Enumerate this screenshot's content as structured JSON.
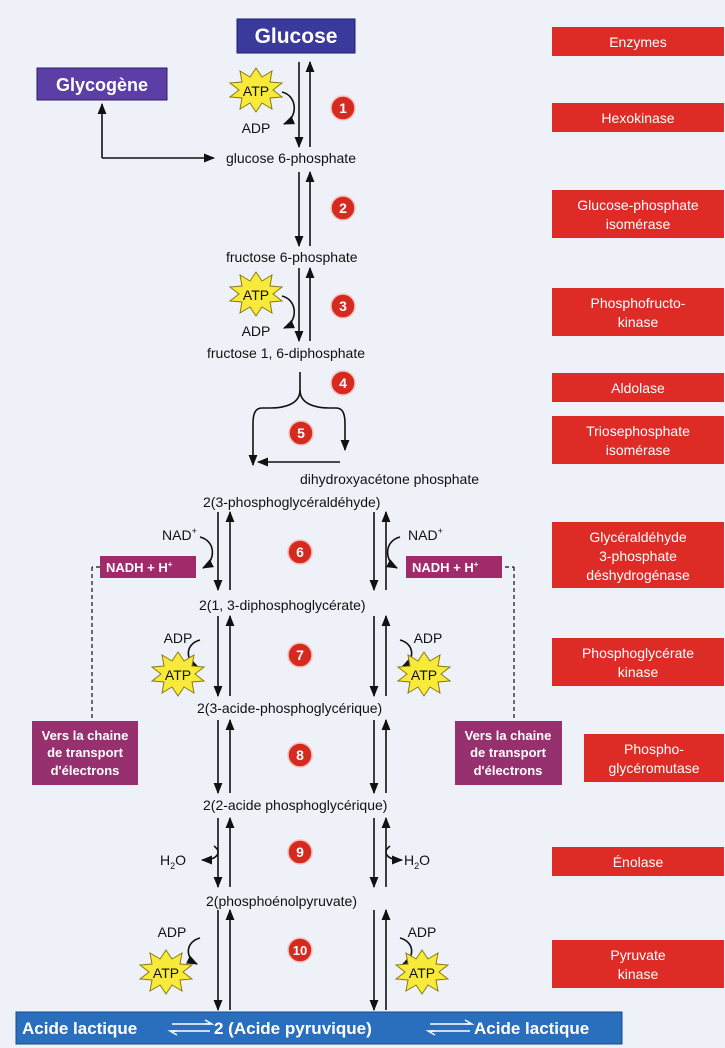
{
  "top_label": "Glucose",
  "side_label": "Glycogène",
  "intermediates": {
    "g6p": "glucose 6-phosphate",
    "f6p": "fructose 6-phosphate",
    "f16dp": "fructose 1, 6-diphosphate",
    "dhap": "dihydroxyacétone phosphate",
    "g3p": "2(3-phosphoglycéraldéhyde)",
    "bpg": "2(1, 3-diphosphoglycérate)",
    "pg3": "2(3-acide-phosphoglycérique)",
    "pg2": "2(2-acide phosphoglycérique)",
    "pep": "2(phosphoénolpyruvate)"
  },
  "cofactors": {
    "atp": "ATP",
    "adp": "ADP",
    "nad": "NAD",
    "nad_sup": "+",
    "nadh": "NADH + H",
    "nadh_sup": "+",
    "h2o_h": "H",
    "h2o_sub": "2",
    "h2o_o": "O"
  },
  "chain_label": [
    "Vers la chaine",
    "de transport",
    "d'électrons"
  ],
  "steps": [
    "1",
    "2",
    "3",
    "4",
    "5",
    "6",
    "7",
    "8",
    "9",
    "10"
  ],
  "enzymes_header": "Enzymes",
  "enzymes": [
    [
      "Hexokinase"
    ],
    [
      "Glucose-phosphate",
      "isomérase"
    ],
    [
      "Phosphofructo-",
      "kinase"
    ],
    [
      "Aldolase"
    ],
    [
      "Triosephosphate",
      "isomérase"
    ],
    [
      "Glycéraldéhyde",
      "3-phosphate",
      "déshydrogénase"
    ],
    [
      "Phosphoglycérate",
      "kinase"
    ],
    [
      "Phospho-",
      "glycéromutase"
    ],
    [
      "Énolase"
    ],
    [
      "Pyruvate",
      "kinase"
    ]
  ],
  "bottom": {
    "left": "Acide lactique",
    "center": "2 (Acide pyruvique)",
    "right": "Acide lactique"
  },
  "colors": {
    "enzyme_bg": "#de2b26",
    "step_circle": "#d42a20",
    "glucose_bg": "#3a3a9c",
    "glycogene_bg": "#5b3fa6",
    "nadh_bg": "#a02a6a",
    "chain_bg": "#97306e",
    "bottom_bg": "#2a6fbe",
    "atp_fill": "#f7ea3a"
  }
}
